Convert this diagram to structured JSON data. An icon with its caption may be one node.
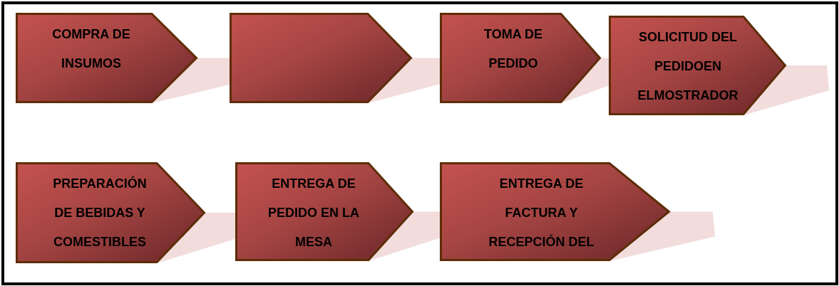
{
  "diagram": {
    "nodes": [
      {
        "text": [
          "COMPRA DE INSUMOS"
        ]
      },
      {
        "text": [],
        "shape": "pentagon"
      },
      {
        "text": [
          "TOMA DE PEDIDO"
        ]
      },
      {
        "text": [
          "SOLICITUD DEL PEDIDOEN ELMOSTRADOR"
        ]
      },
      {
        "text": [
          "PREPARACIÓN DE BEBIDAS Y COMESTIBLES"
        ]
      },
      {
        "text": [
          "ENTREGA DE PEDIDO EN LA MESA"
        ]
      },
      {
        "text": [
          "ENTREGA DE FACTURA Y RECEPCIÓN DEL"
        ]
      }
    ]
  }
}
